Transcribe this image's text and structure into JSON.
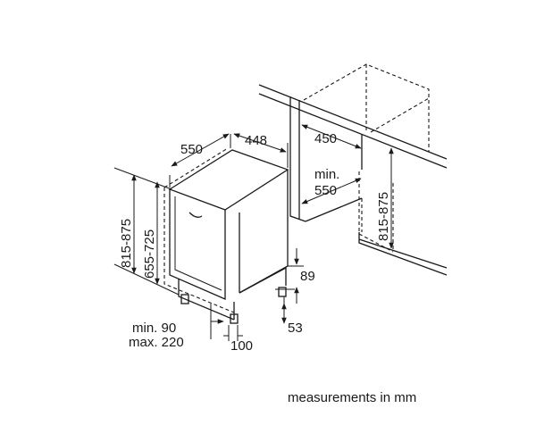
{
  "labels": {
    "width": "550",
    "depth": "448",
    "niche_depth": "450",
    "min_prefix": "min.",
    "min_depth": "550",
    "cabinet_height": "815-875",
    "appliance_height": "655-725",
    "niche_height": "815-875",
    "plinth": "89",
    "base_offset": "53",
    "door_min": "min. 90",
    "door_max": "max. 220",
    "foot": "100"
  },
  "footer": {
    "note": "measurements in mm"
  }
}
